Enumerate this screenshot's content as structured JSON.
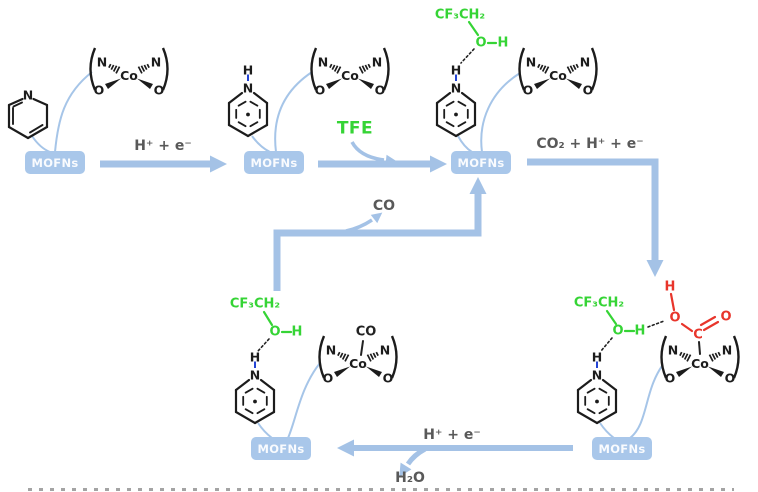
{
  "colors": {
    "arrow_blue": "#a4c2e6",
    "box_blue": "#a9c7ea",
    "tfe_green": "#35d435",
    "pyridinium_blue": "#2444d4",
    "carboxyl_red": "#e8352b",
    "structure_black": "#1c1c1c",
    "label_gray": "#595959"
  },
  "mofns_label": "MOFNs",
  "steps": {
    "step1": "H⁺ + e⁻",
    "tfe": "TFE",
    "step3": "CO₂ + H⁺ + e⁻",
    "co_release": "CO",
    "step4": "H⁺ + e⁻",
    "h2o": "H₂O"
  },
  "fragments": {
    "tfe_group": "CF₃CH₂",
    "o": "O",
    "h": "H",
    "carboxyl_h": "H",
    "carboxyl_o": "O",
    "carboxyl_c": "C",
    "carboxyl_o2": "O",
    "co_ligand": "CO"
  },
  "complex_atoms": {
    "n": "N",
    "o": "O",
    "co": "Co"
  },
  "pyridine_atoms": {
    "n": "N",
    "h": "H"
  }
}
